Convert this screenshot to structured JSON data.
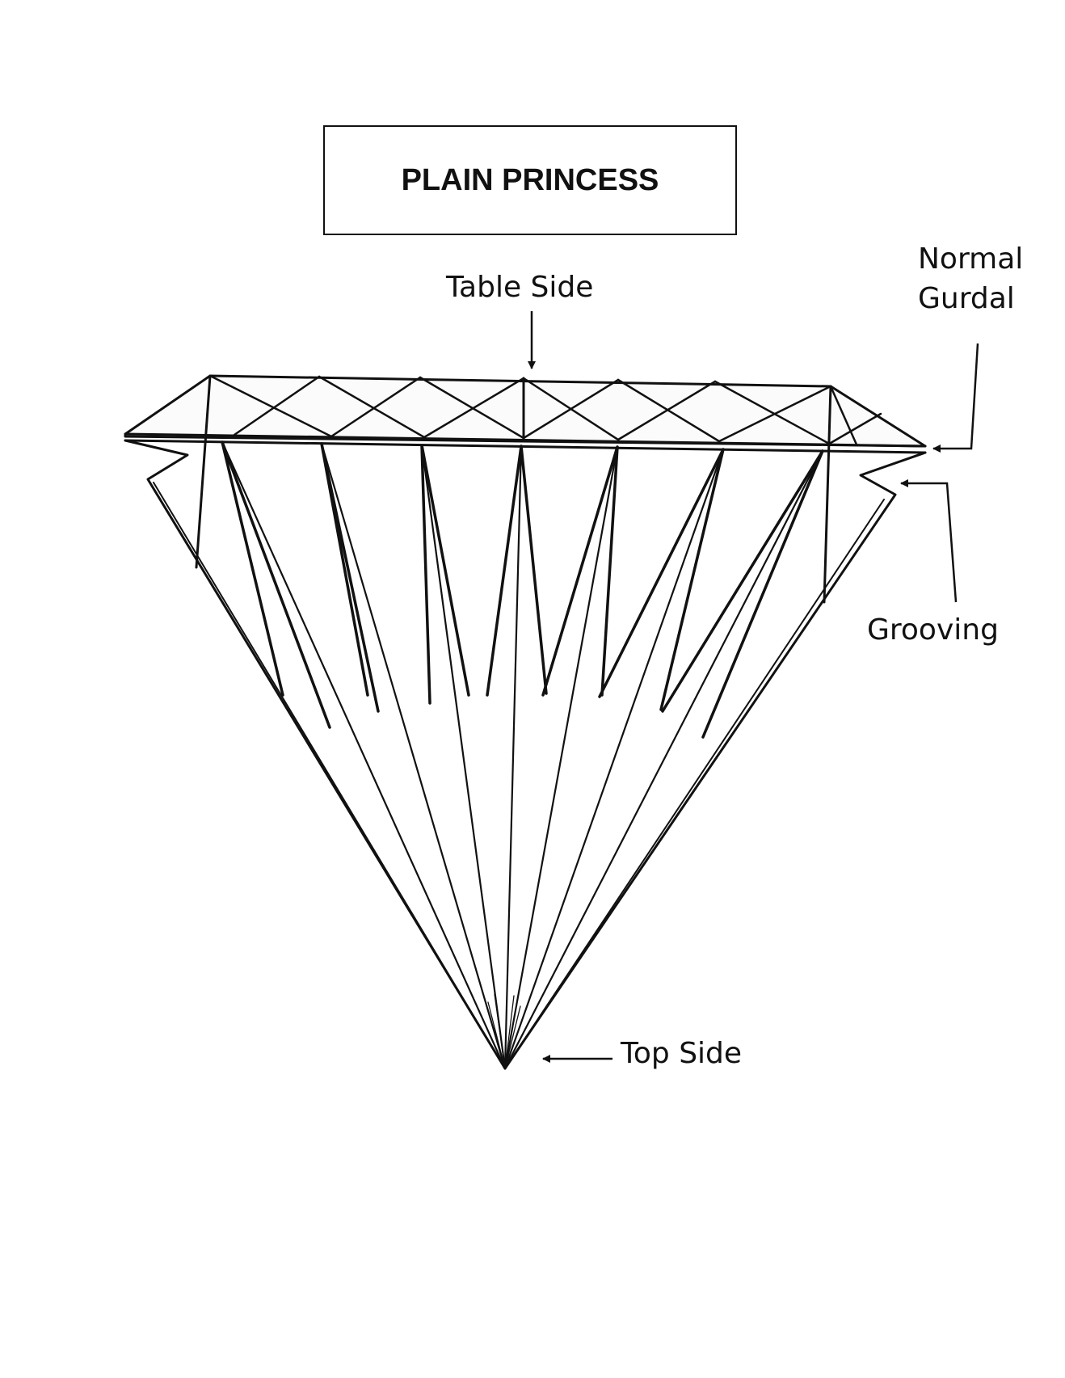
{
  "title": "PLAIN PRINCESS",
  "labels": {
    "table_side": "Table Side",
    "normal_gurdal": "Normal\nGurdal",
    "normal_gurdal_line1": "Normal",
    "normal_gurdal_line2": "Gurdal",
    "grooving": "Grooving",
    "top_side": "Top Side"
  },
  "colors": {
    "ink": "#111111",
    "background": "#ffffff",
    "shade": "#f1f1f1"
  }
}
